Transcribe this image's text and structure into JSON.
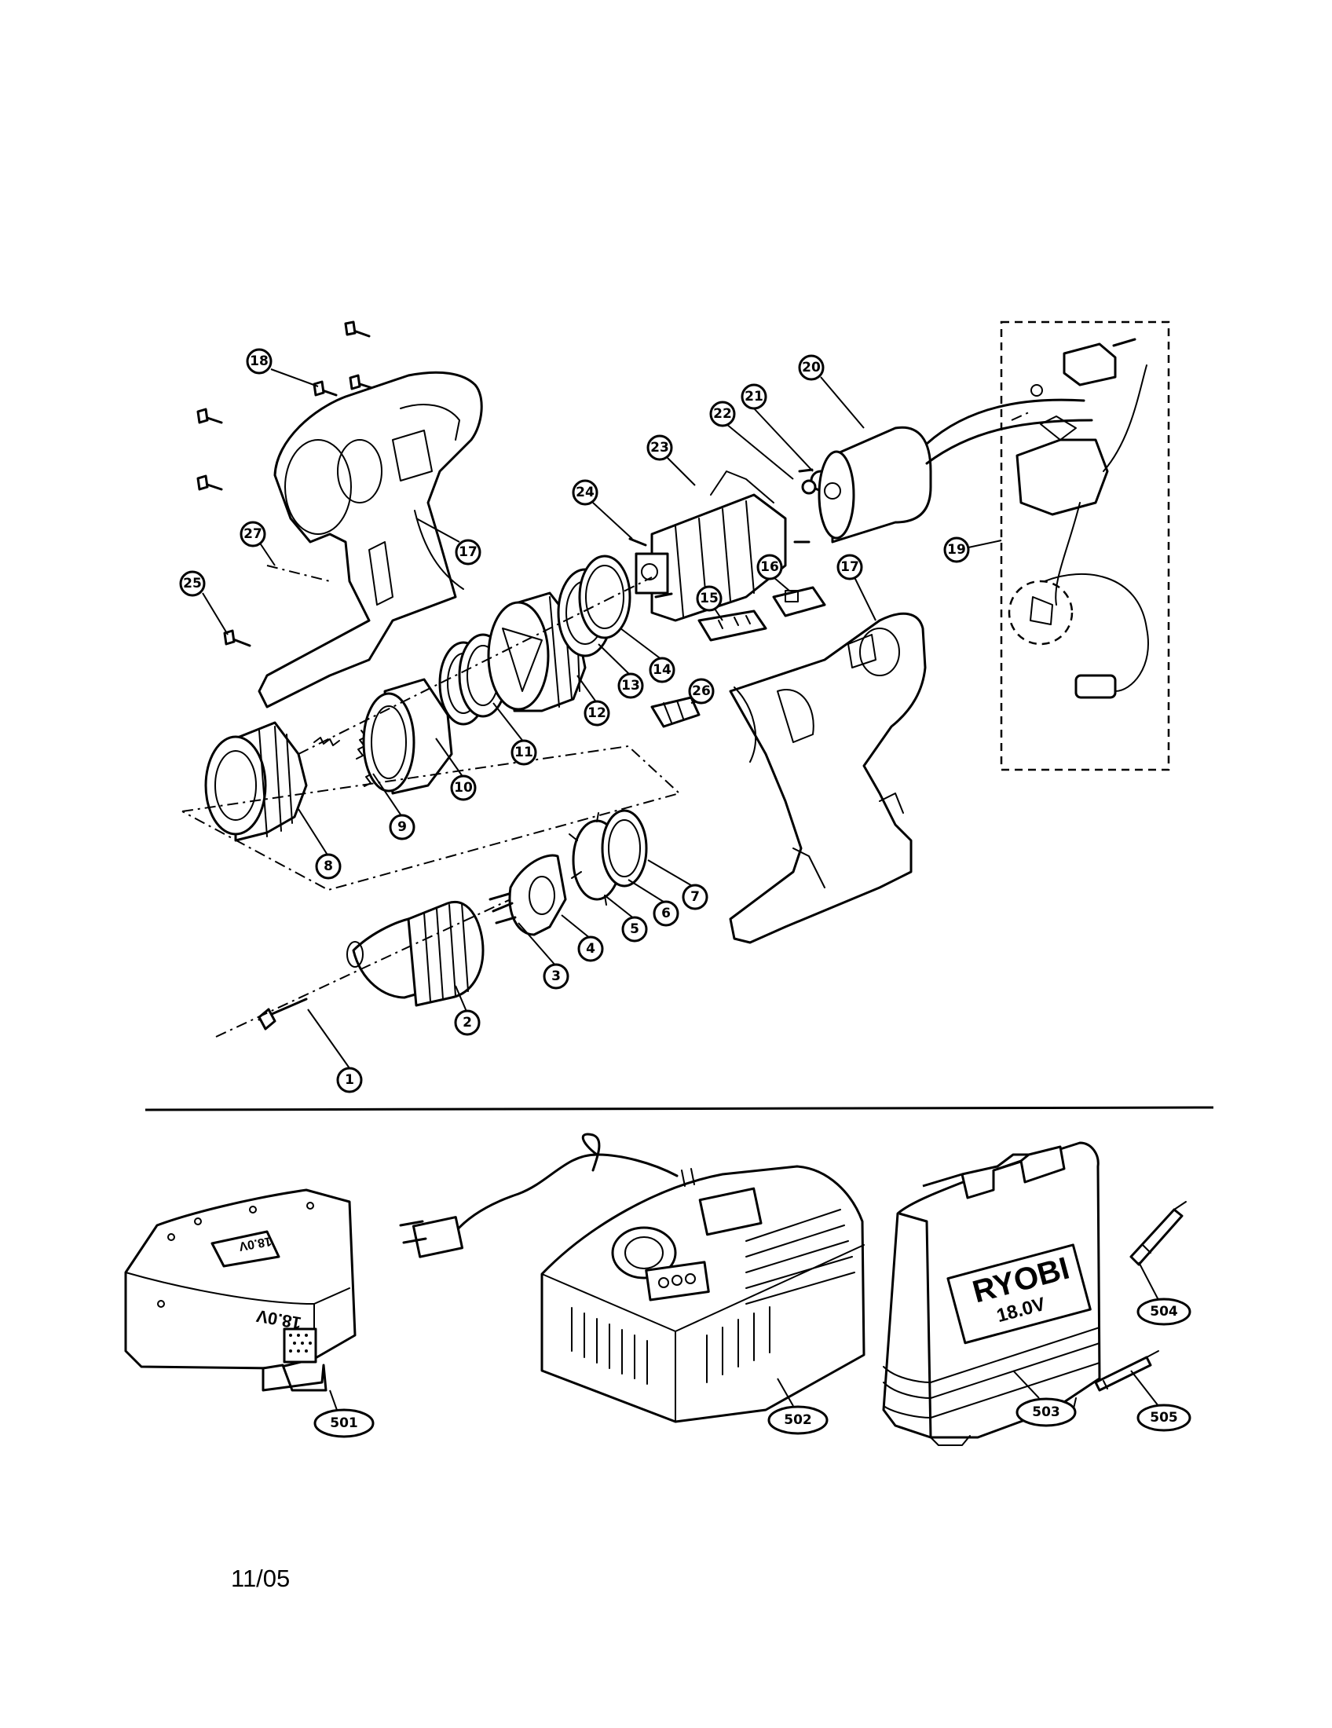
{
  "diagram": {
    "callouts": {
      "p1": "1",
      "p2": "2",
      "p3": "3",
      "p4": "4",
      "p5": "5",
      "p6": "6",
      "p7": "7",
      "p8": "8",
      "p9": "9",
      "p10": "10",
      "p11": "11",
      "p12": "12",
      "p13": "13",
      "p14": "14",
      "p15": "15",
      "p16": "16",
      "p17a": "17",
      "p17b": "17",
      "p18": "18",
      "p19": "19",
      "p20": "20",
      "p21": "21",
      "p22": "22",
      "p23": "23",
      "p24": "24",
      "p25": "25",
      "p26": "26",
      "p27": "27",
      "p501": "501",
      "p502": "502",
      "p503": "503",
      "p504": "504",
      "p505": "505"
    },
    "product_markings": {
      "battery_label": "18.0V",
      "case_brand": "RYOBI",
      "case_voltage": "18.0V"
    }
  },
  "footer": {
    "date": "11/05"
  }
}
